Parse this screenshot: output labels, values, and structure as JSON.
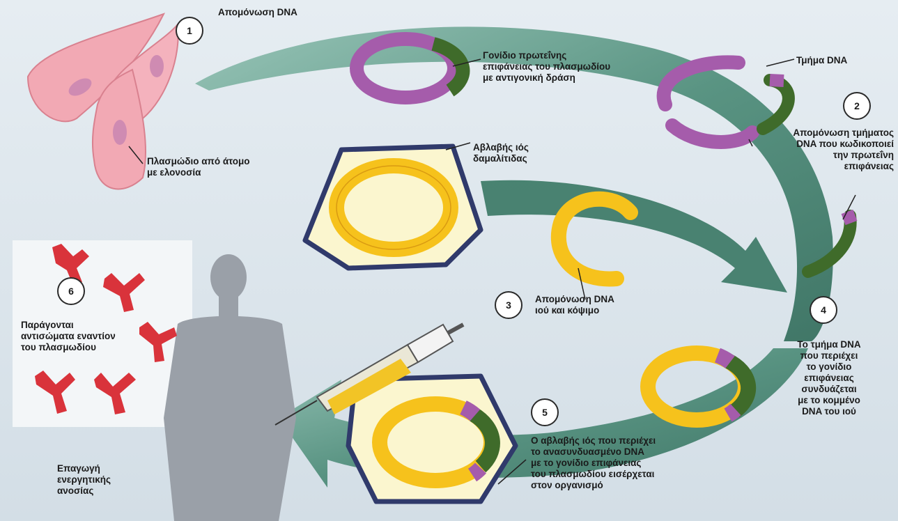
{
  "colors": {
    "background": "#dfe8ee",
    "arrow": "#3f7f6c",
    "plasmodium": "#f2a9b4",
    "plasmodium_edge": "#d9818f",
    "dna_purple": "#a55cab",
    "dna_green": "#3f6b2a",
    "virus_dna_yellow": "#f6c21c",
    "virus_body": "#fbf6cf",
    "virus_edge": "#303a6b",
    "antibody": "#d9333b",
    "human": "#9aa0a8"
  },
  "steps": [
    {
      "number": "1",
      "label": "Απομόνωση DNA"
    },
    {
      "number": "2",
      "label": "Απομόνωση τμήματος\nDNA που κωδικοποιεί\nτην πρωτεΐνη\nεπιφάνειας"
    },
    {
      "number": "3",
      "label": "Απομόνωση DNA\nιού και κόψιμο"
    },
    {
      "number": "4",
      "label": "Το τμήμα DNA\nπου περιέχει\nτο γονίδιο\nεπιφάνειας\nσυνδυάζεται\nμε το κομμένο\nDNA του ιού"
    },
    {
      "number": "5",
      "label": "Ο αβλαβής ιός που περιέχει\nτο ανασυνδυασμένο DNA\nμε το γονίδιο επιφάνειας\nτου πλασμωδίου εισέρχεται\nστον οργανισμό"
    },
    {
      "number": "6",
      "label": "Παράγονται\nαντισώματα εναντίον\nτου πλασμωδίου"
    }
  ],
  "labels": {
    "gene": "Γονίδιο πρωτεΐνης\nεπιφάνειας του πλασμωδίου\nμε αντιγονική δράση",
    "dna_fragment": "Τμήμα DNA",
    "plasmodium": "Πλασμώδιο από άτομο\nμε ελονοσία",
    "virus": "Αβλαβής ιός\nδαμαλίτιδας",
    "immunity": "Επαγωγή\nενεργητικής\nανοσίας"
  }
}
